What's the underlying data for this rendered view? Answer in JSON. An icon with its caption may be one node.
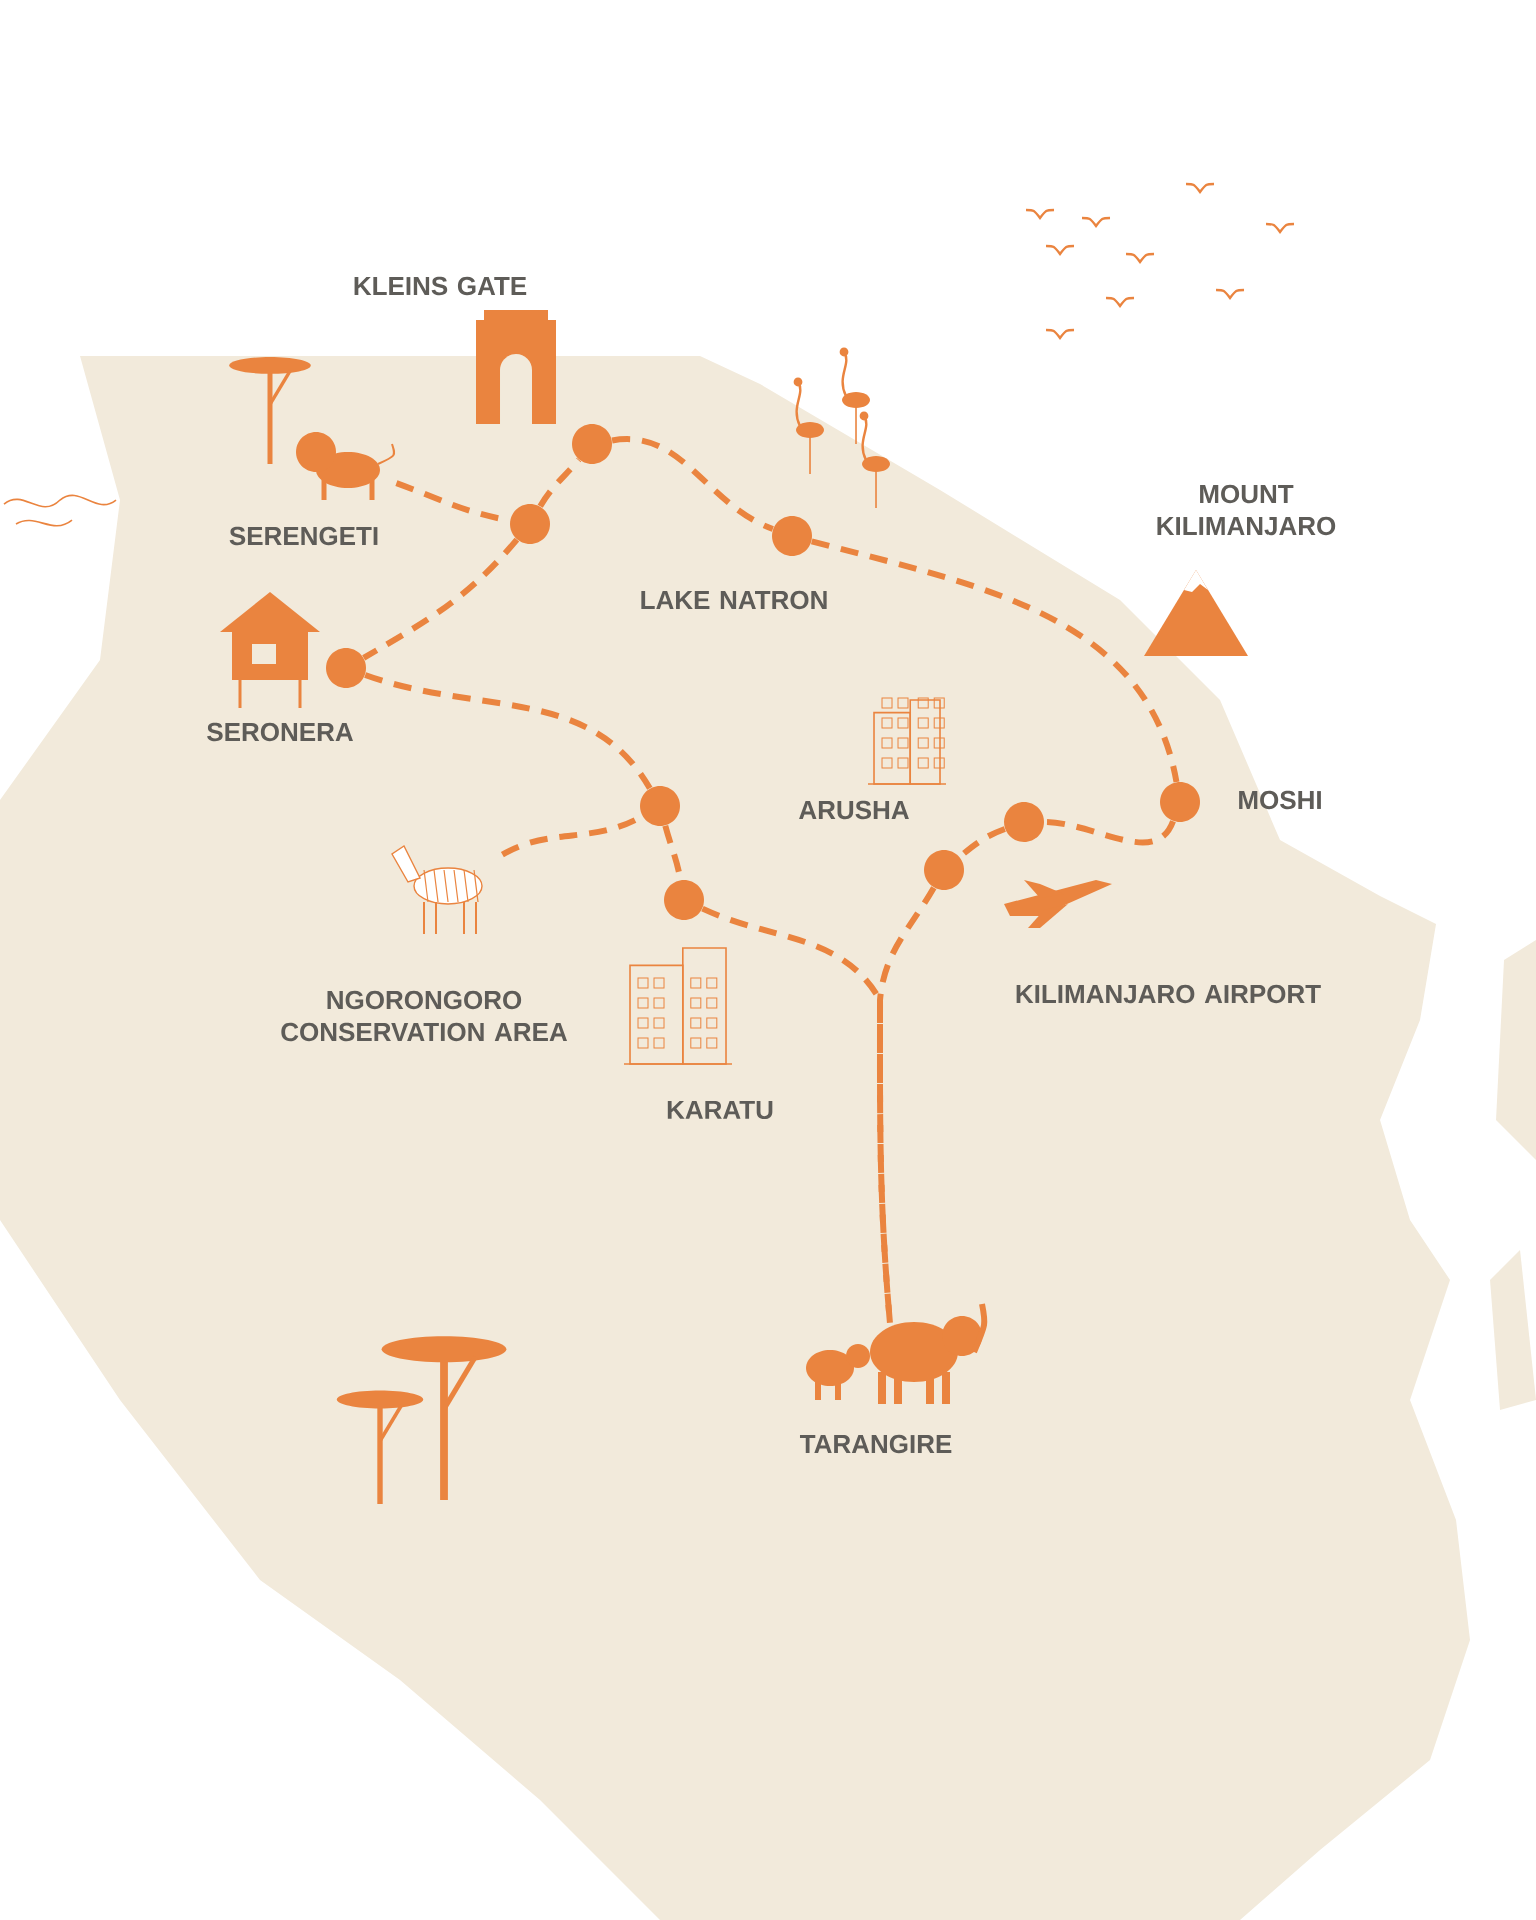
{
  "diagram": {
    "nodes": [
      {
        "text": [],
        "shape": "circle"
      },
      {
        "text": [],
        "shape": "picture"
      },
      {
        "text": [],
        "shape": "circle"
      },
      {
        "text": [],
        "shape": "circle"
      },
      {
        "text": [],
        "shape": "circle"
      },
      {
        "text": [],
        "shape": "circle"
      },
      {
        "text": [],
        "shape": "circle"
      },
      {
        "text": [],
        "shape": "circle"
      },
      {
        "text": [],
        "shape": "circle"
      },
      {
        "text": [],
        "shape": "picture"
      },
      {
        "text": [],
        "shape": "circle"
      },
      {
        "text": [],
        "shape": "picture"
      }
    ],
    "edges": [
      {
        "from": 1,
        "to": 2,
        "arrow": "none",
        "style": "dashed"
      },
      {
        "from": 2,
        "to": 0,
        "arrow": "none",
        "style": "dashed"
      },
      {
        "from": 0,
        "to": 3,
        "arrow": "none",
        "style": "dashed"
      },
      {
        "from": 3,
        "to": 6,
        "arrow": "none",
        "style": "dashed"
      },
      {
        "from": 6,
        "to": 7,
        "arrow": "none",
        "style": "dashed"
      },
      {
        "from": 7,
        "to": 8,
        "arrow": "none",
        "style": "dashed"
      },
      {
        "from": 2,
        "to": 4,
        "arrow": "none",
        "style": "dashed"
      },
      {
        "from": 4,
        "to": 5,
        "arrow": "none",
        "style": "dashed"
      },
      {
        "from": 9,
        "to": 5,
        "arrow": "none",
        "style": "dashed"
      },
      {
        "from": 5,
        "to": 10,
        "arrow": "none",
        "style": "dashed"
      },
      {
        "from": 10,
        "to": 11,
        "arrow": "none",
        "style": "dashed"
      },
      {
        "from": 8,
        "to": 11,
        "arrow": "none",
        "style": "dashed"
      }
    ],
    "labels": [
      "KLEINS GATE",
      "SERENGETI",
      "MOUNT KILIMANJARO",
      "LAKE NATRON",
      "SERONERA",
      "ARUSHA",
      "MOSHI",
      "NGORONGORO CONSERVATION AREA",
      "KILIMANJARO AIRPORT",
      "KARATU",
      "TARANGIRE"
    ]
  }
}
